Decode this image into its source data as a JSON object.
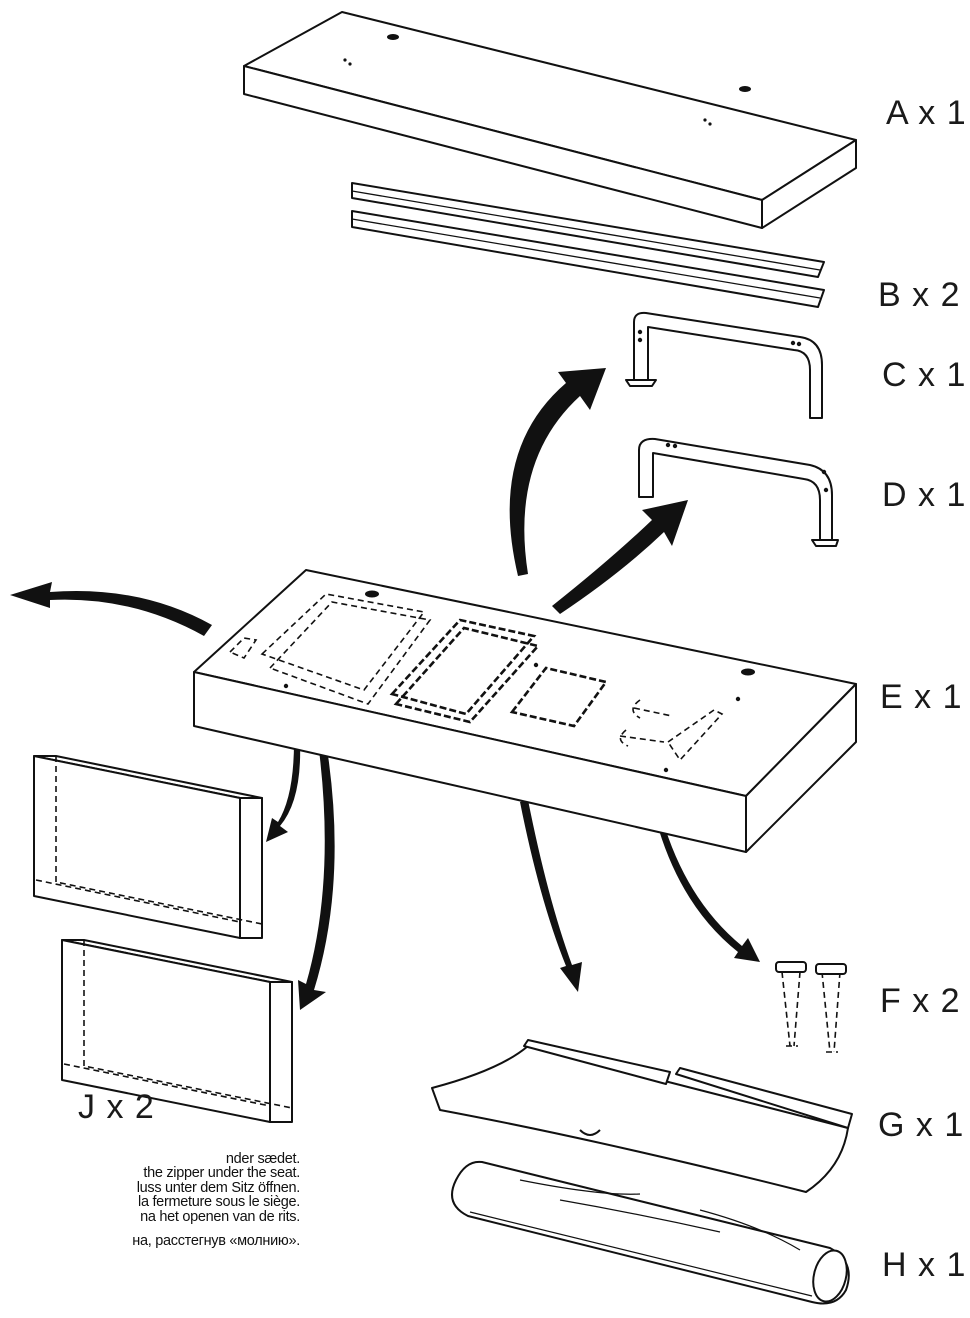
{
  "parts": [
    {
      "id": "A",
      "label": "A x 1"
    },
    {
      "id": "B",
      "label": "B x 2"
    },
    {
      "id": "C",
      "label": "C x 1"
    },
    {
      "id": "D",
      "label": "D x 1"
    },
    {
      "id": "E",
      "label": "E x 1"
    },
    {
      "id": "F",
      "label": "F x 2"
    },
    {
      "id": "G",
      "label": "G x 1"
    },
    {
      "id": "H",
      "label": "H x 1"
    },
    {
      "id": "J",
      "label": "J x 2"
    }
  ],
  "instructions": {
    "da": "nder sædet.",
    "en": "the zipper under the seat.",
    "de": "luss unter dem Sitz öffnen.",
    "fr": "la fermeture sous le siège.",
    "nl": "na het openen van de rits.",
    "ru": "на, расстегнув «молнию»."
  }
}
